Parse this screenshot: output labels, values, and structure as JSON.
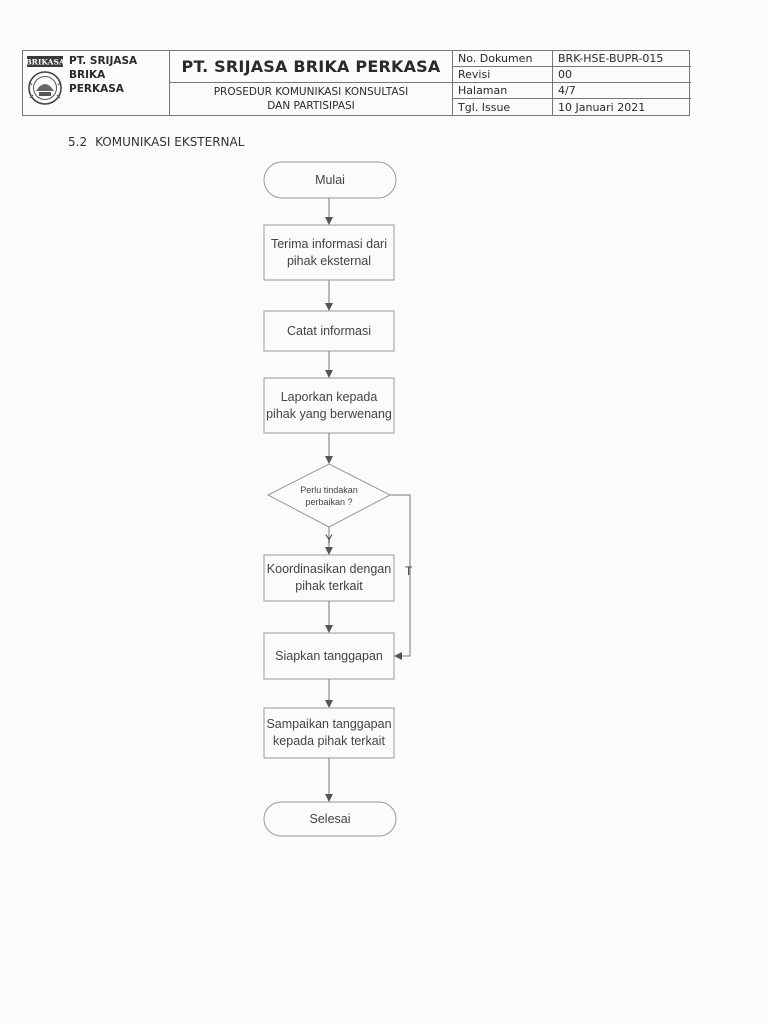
{
  "header": {
    "logo_text": "BRIKASA",
    "company_line1": "PT. SRIJASA BRIKA",
    "company_line2": "PERKASA",
    "title": "PT. SRIJASA BRIKA PERKASA",
    "subtitle_line1": "PROSEDUR KOMUNIKASI KONSULTASI",
    "subtitle_line2": "DAN PARTISIPASI",
    "meta": [
      {
        "label": "No. Dokumen",
        "value": "BRK-HSE-BUPR-015"
      },
      {
        "label": "Revisi",
        "value": "00"
      },
      {
        "label": "Halaman",
        "value": "4/7"
      },
      {
        "label": "Tgl. Issue",
        "value": "10 Januari 2021"
      }
    ]
  },
  "section": {
    "number": "5.2",
    "title": "KOMUNIKASI EKSTERNAL"
  },
  "flowchart": {
    "start": "Mulai",
    "step1_line1": "Terima informasi dari",
    "step1_line2": "pihak eksternal",
    "step2": "Catat informasi",
    "step3_line1": "Laporkan kepada",
    "step3_line2": "pihak yang berwenang",
    "decision_line1": "Perlu tindakan",
    "decision_line2": "perbaikan ?",
    "yes_label": "Y",
    "no_label": "T",
    "step4_line1": "Koordinasikan dengan",
    "step4_line2": "pihak terkait",
    "step5": "Siapkan tanggapan",
    "step6_line1": "Sampaikan tanggapan",
    "step6_line2": "kepada pihak terkait",
    "end": "Selesai"
  }
}
